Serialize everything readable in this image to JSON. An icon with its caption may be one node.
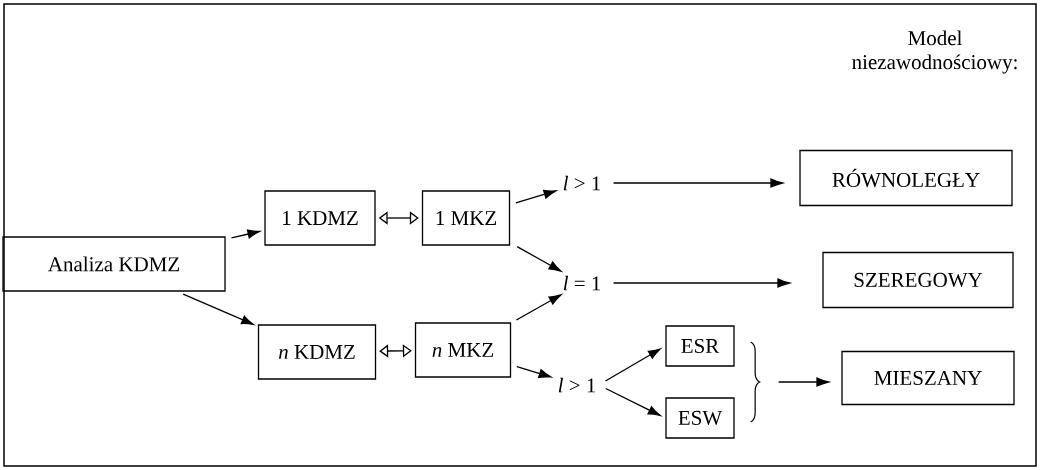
{
  "diagram": {
    "nodes": [
      {
        "text": [
          "Analiza KDMZ"
        ]
      },
      {
        "text": [
          "1 KDMZ"
        ]
      },
      {
        "text": [
          "1 MKZ"
        ]
      },
      {
        "text": [
          "*n* KDMZ"
        ]
      },
      {
        "text": [
          "*n* MKZ"
        ]
      },
      {
        "text": [
          "*l* > 1"
        ]
      },
      {
        "text": [
          "*l* = 1"
        ]
      },
      {
        "text": [
          "*l* > 1"
        ]
      },
      {
        "text": [
          "ESR"
        ]
      },
      {
        "text": [
          "ESW"
        ]
      },
      {
        "text": [
          "RÓWNOLEGŁY"
        ]
      },
      {
        "text": [
          "SZEREGOWY"
        ]
      },
      {
        "text": [
          "MIESZANY"
        ]
      }
    ],
    "edges": [
      {
        "from": 0,
        "to": 1,
        "arrow": "to"
      },
      {
        "from": 0,
        "to": 3,
        "arrow": "to"
      },
      {
        "from": 1,
        "to": 2,
        "arrow": "both"
      },
      {
        "from": 3,
        "to": 4,
        "arrow": "both"
      },
      {
        "from": 2,
        "to": 5,
        "arrow": "to"
      },
      {
        "from": 2,
        "to": 6,
        "arrow": "to"
      },
      {
        "from": 4,
        "to": 6,
        "arrow": "to"
      },
      {
        "from": 4,
        "to": 7,
        "arrow": "to"
      },
      {
        "from": 5,
        "to": 10,
        "arrow": "to"
      },
      {
        "from": 6,
        "to": 11,
        "arrow": "to"
      },
      {
        "from": 7,
        "to": 8,
        "arrow": "to"
      },
      {
        "from": 7,
        "to": 9,
        "arrow": "to"
      },
      {
        "from": 8,
        "to": 12,
        "arrow": "to"
      },
      {
        "from": 9,
        "to": 12,
        "arrow": "to"
      }
    ],
    "labels": [
      "Model niezawodnościowy:"
    ]
  }
}
